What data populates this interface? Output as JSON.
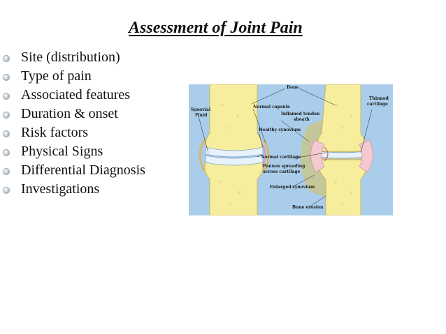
{
  "slide": {
    "title": "Assessment of Joint Pain",
    "bullets": [
      "Site (distribution)",
      "Type of pain",
      "Associated features",
      "Duration & onset",
      "Risk factors",
      "Physical Signs",
      "Differential Diagnosis",
      "Investigations"
    ]
  },
  "diagram": {
    "labels": {
      "bone": "Bone",
      "thinned_cartilage_1": "Thinned",
      "thinned_cartilage_2": "cartilage",
      "synovial_fluid_1": "Synovial",
      "synovial_fluid_2": "Fluid",
      "normal_capsule": "Normal capsule",
      "inflamed_tendon_1": "Inflamed tendon",
      "inflamed_tendon_2": "sheath",
      "healthy_synovium": "Healthy synovium",
      "normal_cartilage": "Normal cartilage",
      "pannus_1": "Pannus spreading",
      "pannus_2": "across cartilage",
      "enlarged_synovium": "Enlarged synovium",
      "bone_erosion": "Bone erosion"
    },
    "colors": {
      "background": "#a9cdea",
      "bone": "#f6ee9c",
      "cartilage": "#e8f2fb",
      "inflamed": "#f3c9d2",
      "capsule": "#d9b86a"
    }
  }
}
